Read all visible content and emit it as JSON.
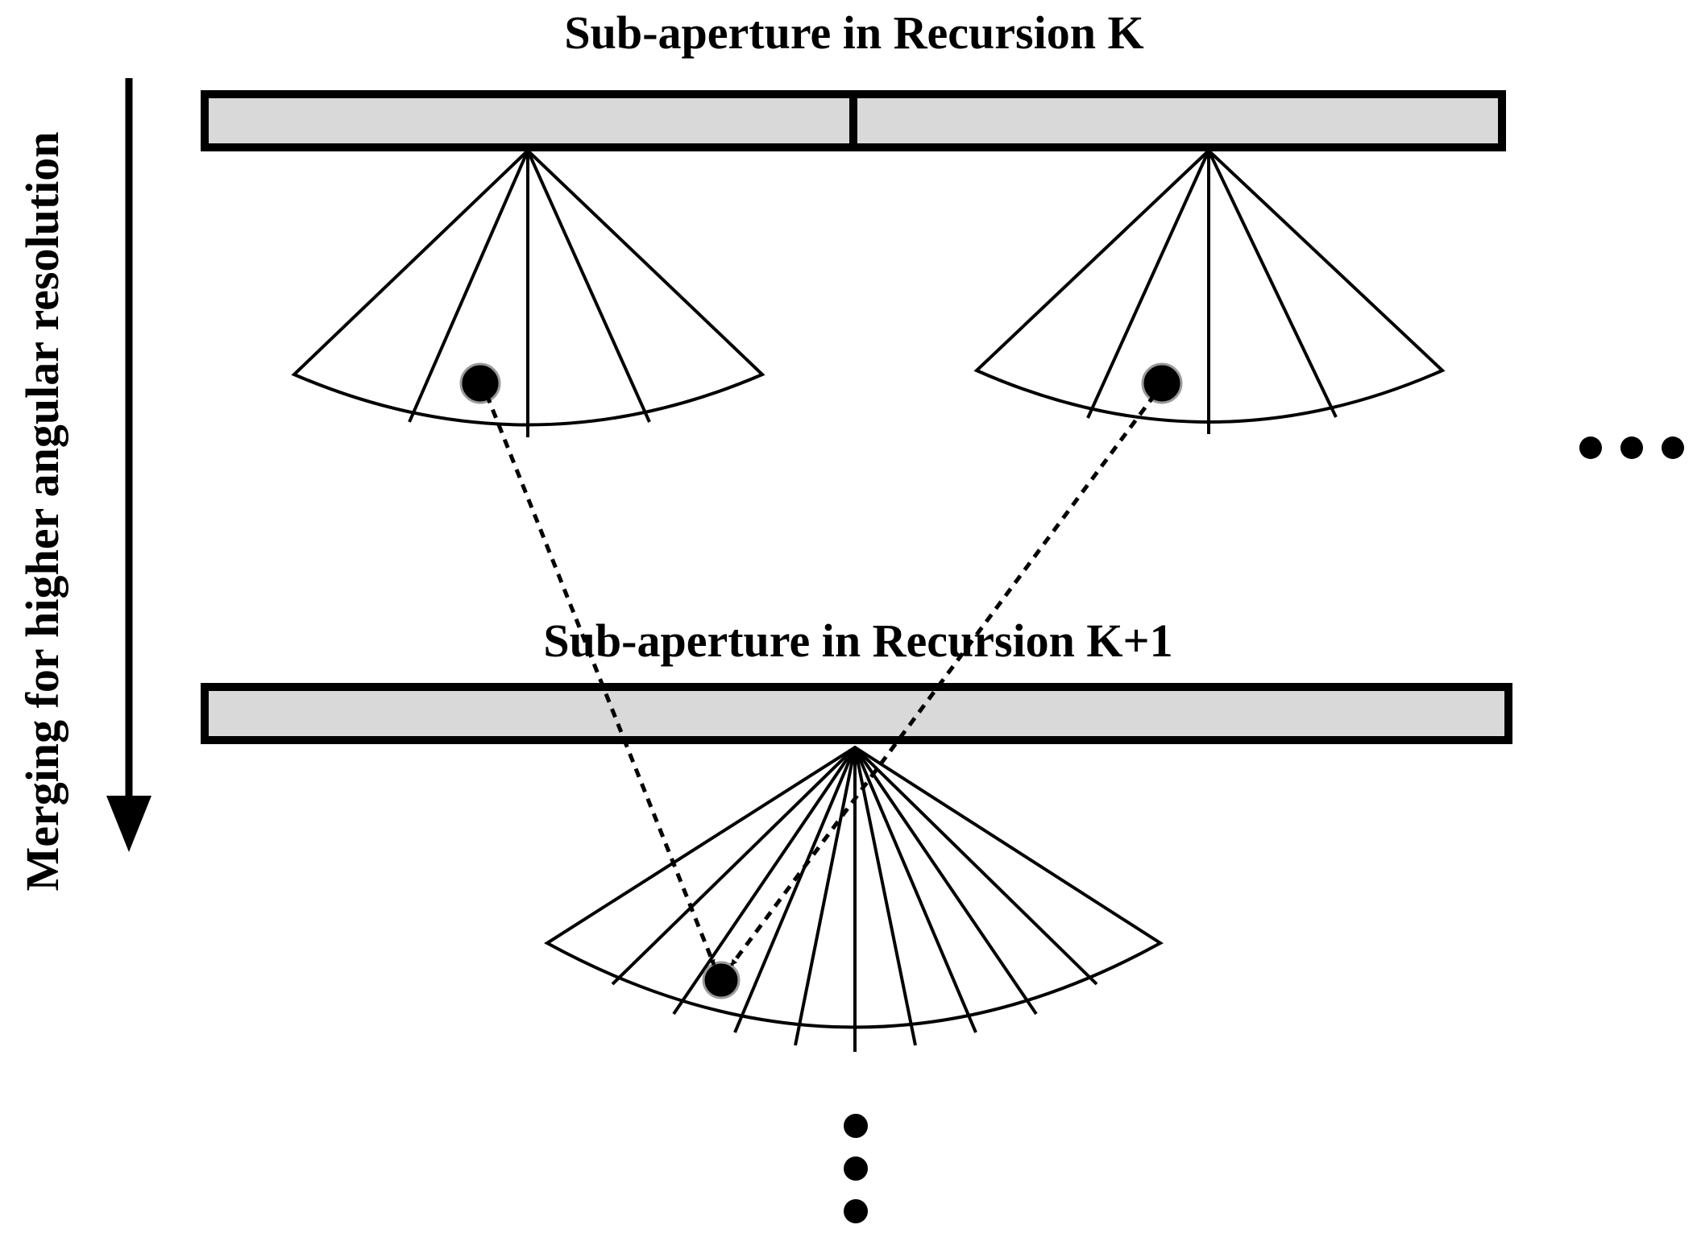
{
  "diagram": {
    "title_top": "Sub-aperture in Recursion K",
    "title_bottom": "Sub-aperture in Recursion K+1",
    "side_label": "Merging for higher angular resolution",
    "colors": {
      "bar_fill": "#d9d9d9",
      "stroke": "#000000",
      "background": "#ffffff"
    },
    "recursion_k": {
      "sub_apertures": 2,
      "beams_per_sub_aperture": 4
    },
    "recursion_k_plus_1": {
      "sub_apertures": 1,
      "beams_per_sub_aperture": 10
    },
    "continuation_marks": [
      "horizontal-ellipsis",
      "vertical-ellipsis"
    ]
  }
}
